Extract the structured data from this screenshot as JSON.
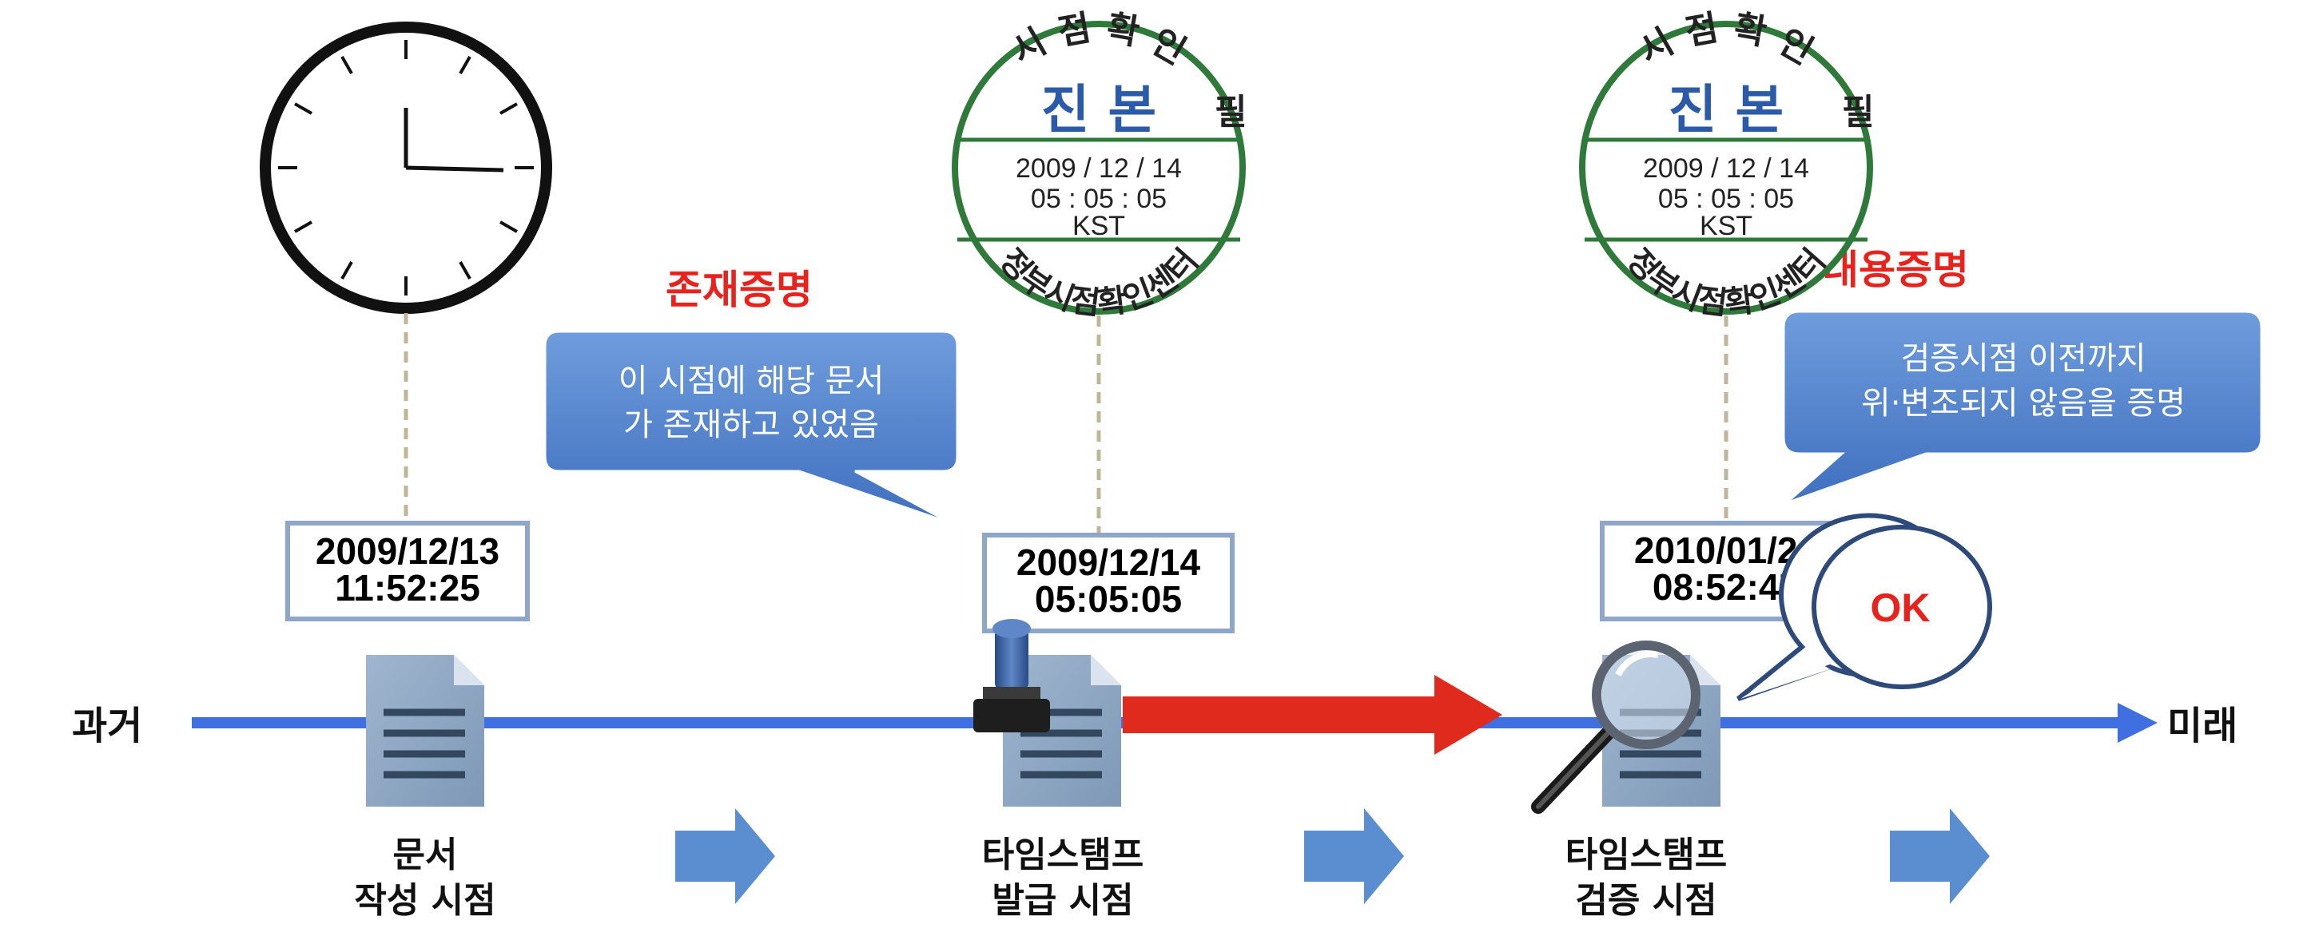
{
  "timeline": {
    "past_label": "과거",
    "future_label": "미래",
    "colors": {
      "axis": "#3f6fe0",
      "red_arrow": "#e02a1e",
      "small_arrow": "#5b8ed0"
    }
  },
  "stages": [
    {
      "caption_line1": "문서",
      "caption_line2": "작성 시점",
      "datetime_line1": "2009/12/13",
      "datetime_line2": "11:52:25"
    },
    {
      "caption_line1": "타임스탬프",
      "caption_line2": "발급 시점",
      "datetime_line1": "2009/12/14",
      "datetime_line2": "05:05:05"
    },
    {
      "caption_line1": "타임스탬프",
      "caption_line2": "검증 시점",
      "datetime_line1": "2010/01/24",
      "datetime_line2": "08:52:47"
    }
  ],
  "existence_proof": {
    "title": "존재증명",
    "bubble_line1": "이 시점에 해당 문서",
    "bubble_line2": "가 존재하고 있었음"
  },
  "content_proof": {
    "title": "내용증명",
    "bubble_line1": "검증시점 이전까지",
    "bubble_line2": "위·변조되지 않음을 증명"
  },
  "ok_bubble": {
    "text": "OK"
  },
  "stamp": {
    "top_arc": "시 점 확 인",
    "side_char": "필",
    "big": "진 본",
    "date": "2009 / 12 / 14",
    "time": "05 : 05 : 05",
    "tz": "KST",
    "bottom_arc": "정부시점확인센터",
    "colors": {
      "ring": "#2f7a3a",
      "big_text": "#2b5aa8"
    }
  },
  "icons": {
    "clock": "clock-icon",
    "document": "document-icon",
    "stamp": "rubber-stamp-icon",
    "magnifier": "magnifier-icon"
  }
}
